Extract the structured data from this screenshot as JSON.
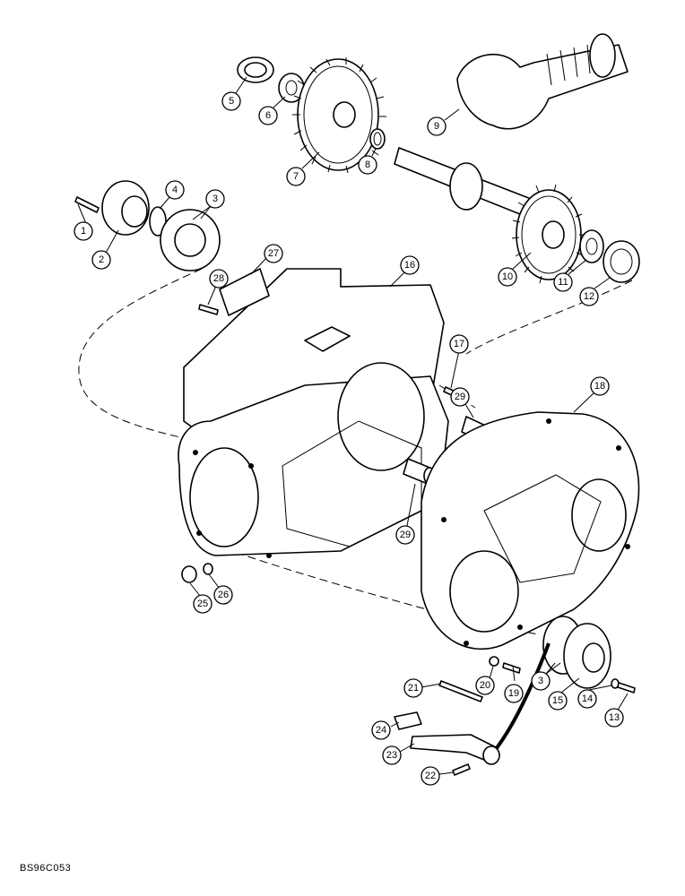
{
  "figure_code": "BS96C053",
  "callouts": [
    {
      "id": "callout-1",
      "label": "1"
    },
    {
      "id": "callout-2",
      "label": "2"
    },
    {
      "id": "callout-3a",
      "label": "3"
    },
    {
      "id": "callout-3b",
      "label": "3"
    },
    {
      "id": "callout-4",
      "label": "4"
    },
    {
      "id": "callout-5",
      "label": "5"
    },
    {
      "id": "callout-6",
      "label": "6"
    },
    {
      "id": "callout-7",
      "label": "7"
    },
    {
      "id": "callout-8",
      "label": "8"
    },
    {
      "id": "callout-9",
      "label": "9"
    },
    {
      "id": "callout-10",
      "label": "10"
    },
    {
      "id": "callout-11",
      "label": "11"
    },
    {
      "id": "callout-12",
      "label": "12"
    },
    {
      "id": "callout-13",
      "label": "13"
    },
    {
      "id": "callout-14",
      "label": "14"
    },
    {
      "id": "callout-15",
      "label": "15"
    },
    {
      "id": "callout-16",
      "label": "16"
    },
    {
      "id": "callout-17",
      "label": "17"
    },
    {
      "id": "callout-18",
      "label": "18"
    },
    {
      "id": "callout-19",
      "label": "19"
    },
    {
      "id": "callout-20",
      "label": "20"
    },
    {
      "id": "callout-21",
      "label": "21"
    },
    {
      "id": "callout-22",
      "label": "22"
    },
    {
      "id": "callout-23",
      "label": "23"
    },
    {
      "id": "callout-24",
      "label": "24"
    },
    {
      "id": "callout-25",
      "label": "25"
    },
    {
      "id": "callout-26",
      "label": "26"
    },
    {
      "id": "callout-27",
      "label": "27"
    },
    {
      "id": "callout-28",
      "label": "28"
    },
    {
      "id": "callout-29a",
      "label": "29"
    },
    {
      "id": "callout-29b",
      "label": "29"
    }
  ]
}
